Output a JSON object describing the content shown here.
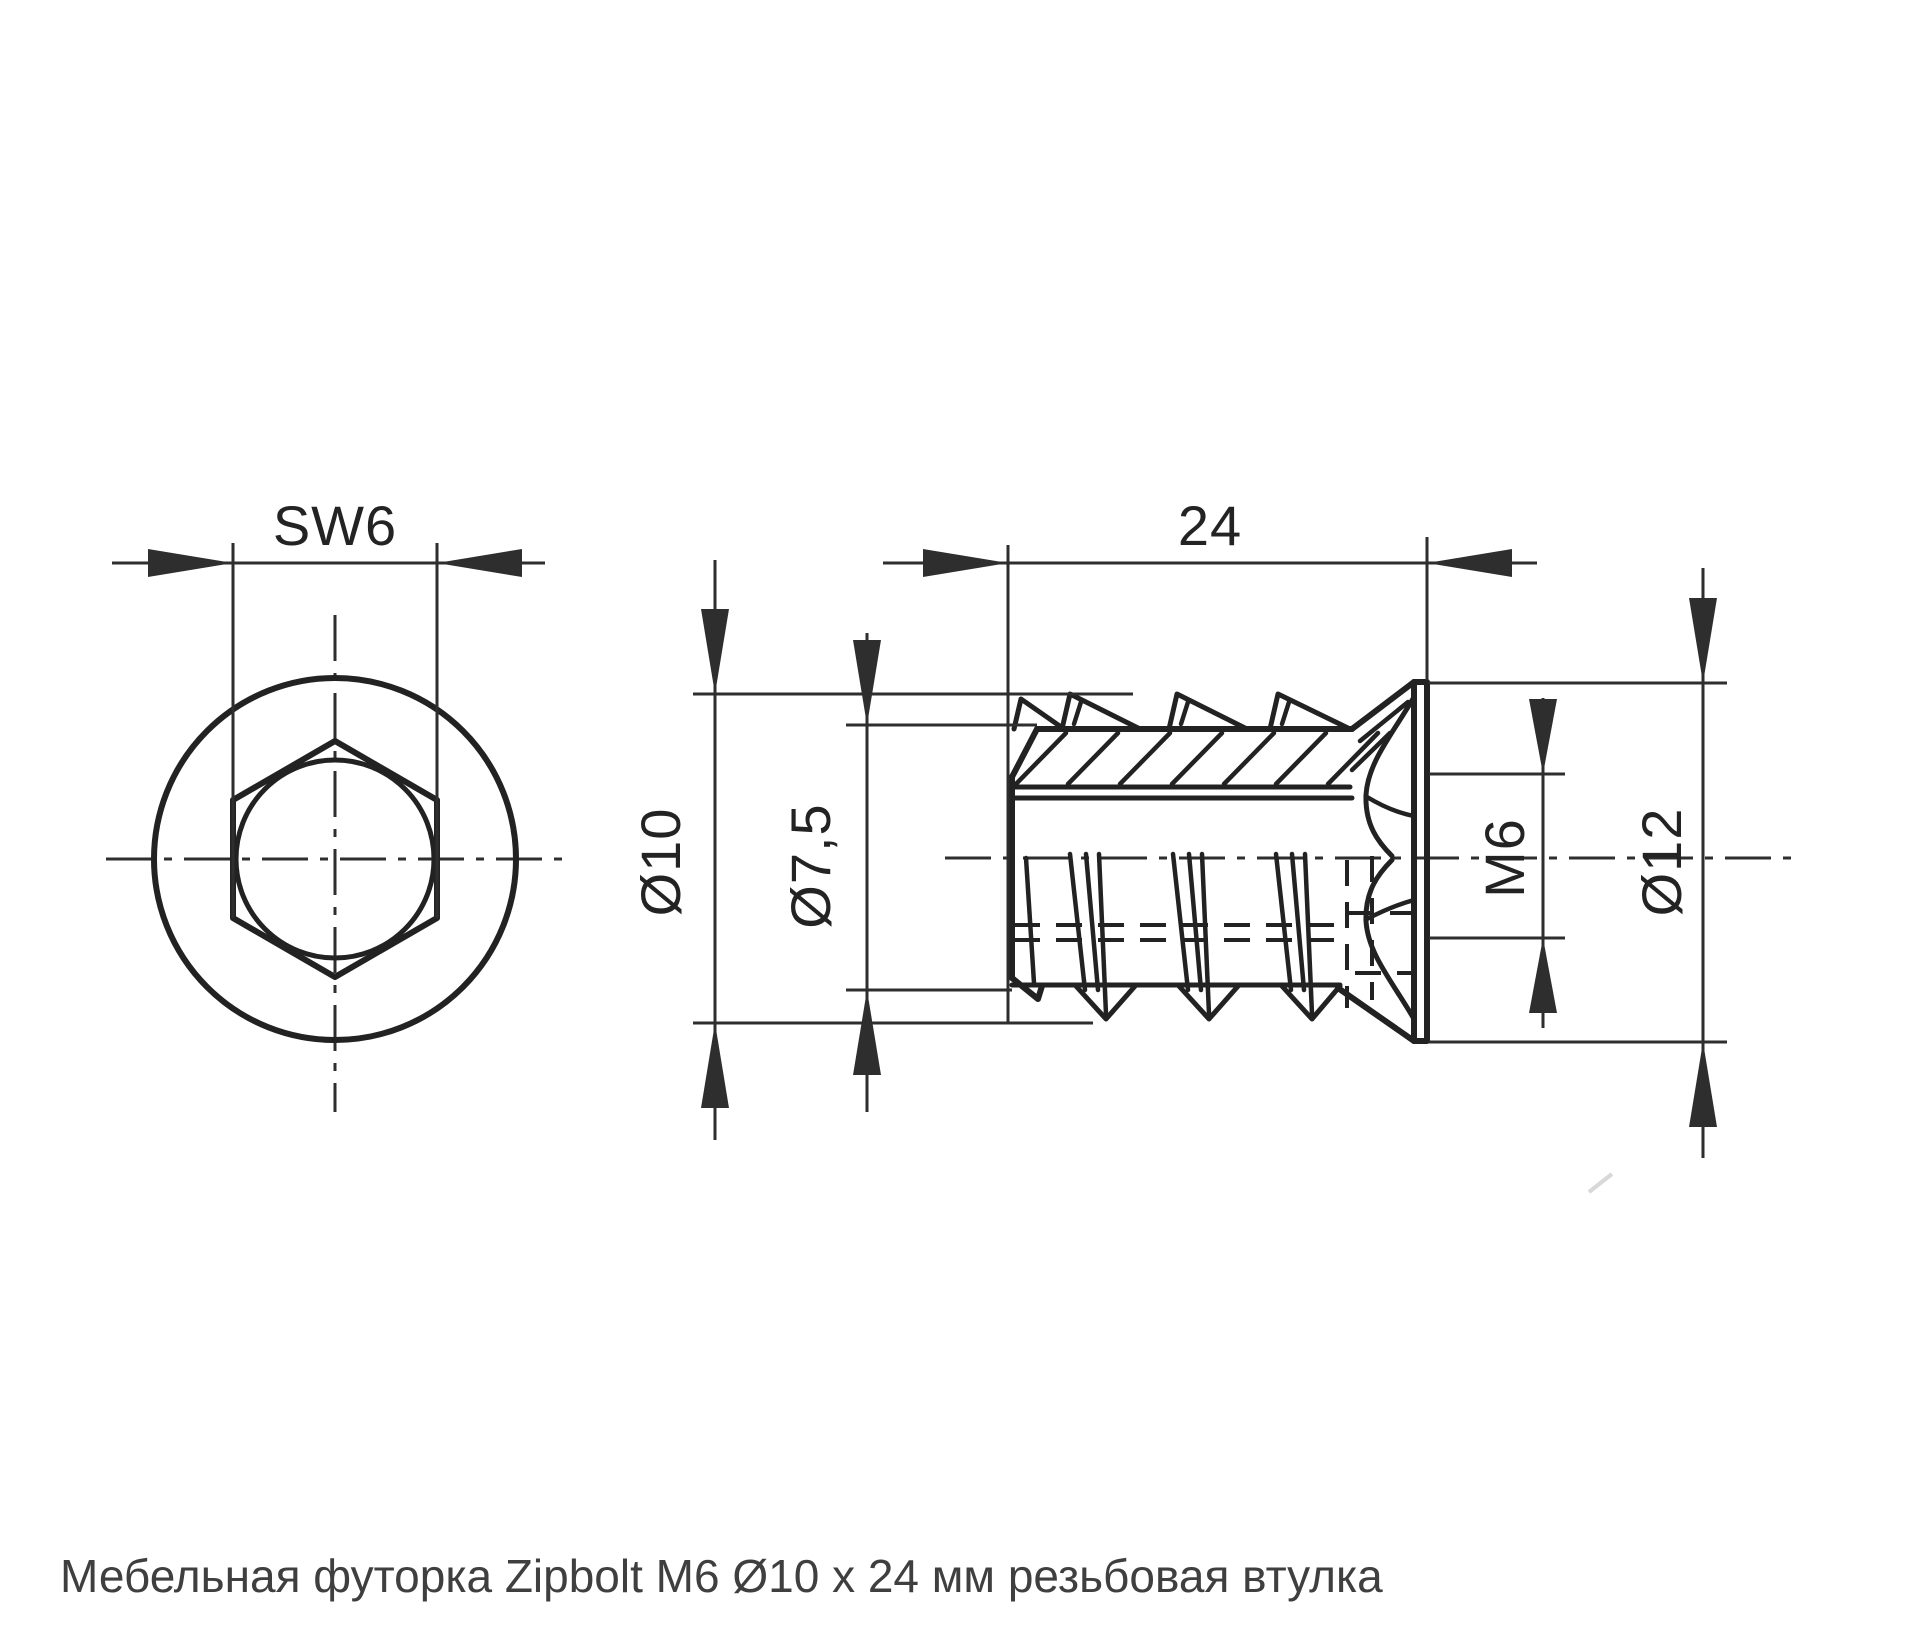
{
  "caption": "Мебельная футорка Zipbolt M6 Ø10 x 24 мм резьбовая втулка",
  "part": {
    "type": "threaded-insert-technical-drawing",
    "views": {
      "front": "hex-socket-end-view",
      "side": "external-thread-side-view"
    }
  },
  "dimensions": {
    "hex_socket": {
      "label": "SW6"
    },
    "length": {
      "label": "24"
    },
    "outer_thread_diameter": {
      "label": "Ø10"
    },
    "core_diameter": {
      "label": "Ø7,5"
    },
    "internal_thread": {
      "label": "M6"
    },
    "flange_diameter": {
      "label": "Ø12"
    }
  },
  "colors": {
    "background": "#ffffff",
    "line": "#222222",
    "dim_line": "#2e2e2e",
    "caption": "#3f3f3f"
  }
}
